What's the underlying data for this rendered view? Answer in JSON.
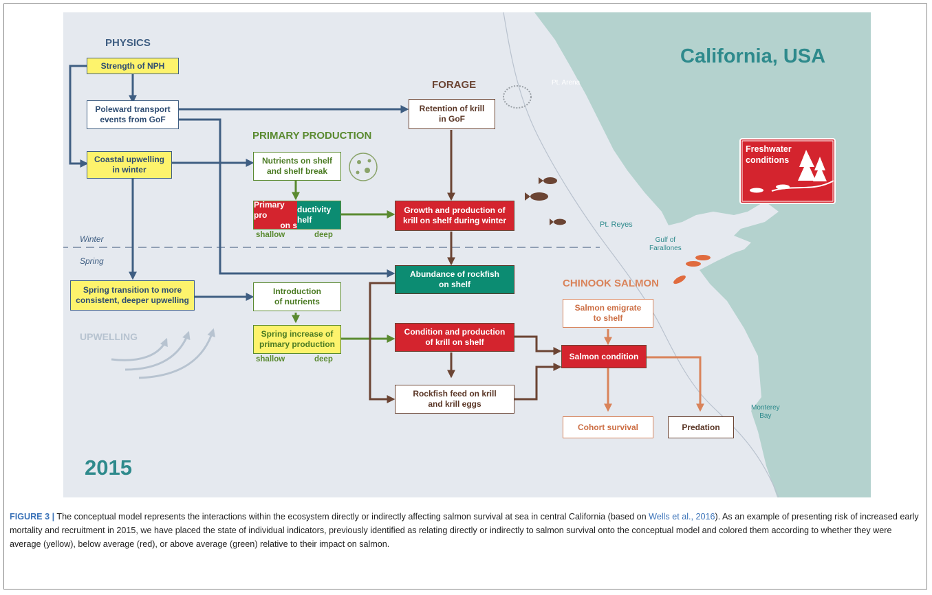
{
  "diagram": {
    "region_title": "California, USA",
    "year": "2015",
    "season_labels": {
      "winter": "Winter",
      "spring": "Spring"
    },
    "upwelling_label": "UPWELLING",
    "section_headings": {
      "physics": "PHYSICS",
      "forage": "FORAGE",
      "primary_production": "PRIMARY PRODUCTION",
      "chinook_salmon": "CHINOOK SALMON"
    },
    "place_labels": {
      "pt_arena": "Pt. Arena",
      "pt_reyes": "Pt. Reyes",
      "gulf_of_farallones": "Gulf of\nFarallones",
      "monterey_bay": "Monterey\nBay"
    },
    "nodes": {
      "strength_nph": "Strength of NPH",
      "poleward_transport": "Poleward transport\nevents from GoF",
      "coastal_upwelling": "Coastal upwelling\nin winter",
      "spring_transition": "Spring transition to more\nconsistent, deeper upwelling",
      "nutrients_shelf": "Nutrients on shelf\nand shelf break",
      "primary_productivity_a": "Primary pro",
      "primary_productivity_b": "ductivity",
      "primary_productivity_c": "on s",
      "primary_productivity_d": "helf",
      "introduction_nutrients": "Introduction\nof nutrients",
      "spring_increase": "Spring increase of\nprimary production",
      "retention_krill": "Retention of krill\nin GoF",
      "growth_krill": "Growth and production of\nkrill on shelf during winter",
      "abundance_rockfish": "Abundance of rockfish\non shelf",
      "condition_krill": "Condition and production\nof krill on shelf",
      "rockfish_feed": "Rockfish feed on krill\nand krill eggs",
      "salmon_emigrate": "Salmon emigrate\nto shelf",
      "salmon_condition": "Salmon condition",
      "cohort_survival": "Cohort survival",
      "predation": "Predation",
      "freshwater": "Freshwater\nconditions"
    },
    "sub_labels": {
      "shallow_1": "shallow",
      "deep_1": "deep",
      "shallow_2": "shallow",
      "deep_2": "deep"
    },
    "colors": {
      "average": "#fdf36c",
      "below_average": "#d4242e",
      "above_average": "#0c8c72",
      "physics_blue": "#3f5e82",
      "production_green": "#5a8a30",
      "forage_brown": "#6b4433",
      "salmon_orange": "#d9835a",
      "land": "#b4d2ce",
      "sea": "#e5e9ef"
    }
  },
  "caption": {
    "label": "FIGURE 3 |",
    "text_1": " The conceptual model represents the interactions within the ecosystem directly or indirectly affecting salmon survival at sea in central California (based on ",
    "reference": "Wells et al., 2016",
    "text_2": "). As an example of presenting risk of increased early mortality and recruitment in 2015, we have placed the state of individual indicators, previously identified as relating directly or indirectly to salmon survival onto the conceptual model and colored them according to whether they were average (yellow), below average (red), or above average (green) relative to their impact on salmon."
  }
}
